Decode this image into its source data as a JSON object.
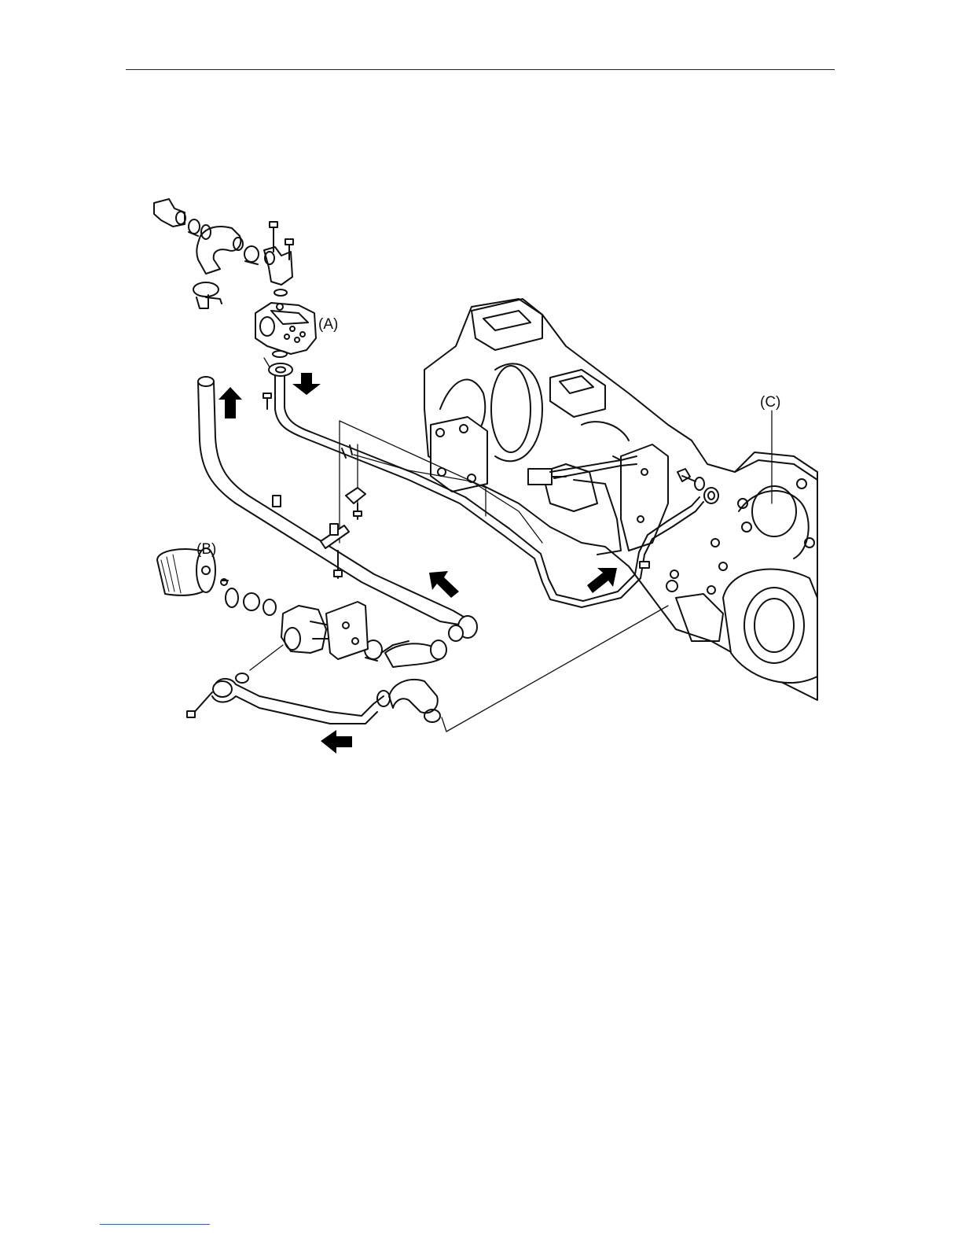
{
  "figure": {
    "labels": {
      "a": "(A)",
      "b": "(B)",
      "c": "(C)"
    }
  },
  "colors": {
    "line": "#111111",
    "fill": "#ffffff",
    "arrow": "#000000",
    "footer_link": "#3b5bd9"
  }
}
